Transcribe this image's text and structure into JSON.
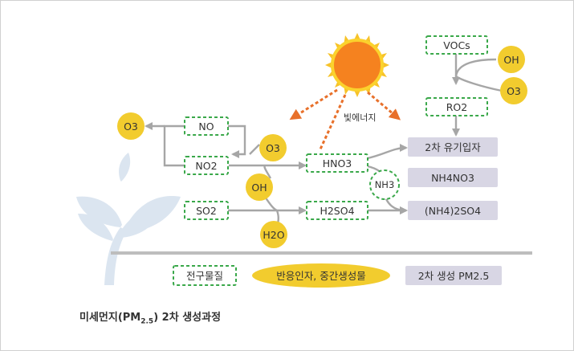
{
  "nodes": {
    "vocs": "VOCs",
    "oh_top": "OH",
    "o3_top": "O3",
    "ro2": "RO2",
    "o3_left": "O3",
    "no": "NO",
    "no2": "NO2",
    "o3_mid": "O3",
    "oh_mid": "OH",
    "hno3": "HNO3",
    "nh3": "NH3",
    "so2": "SO2",
    "h2so4": "H2SO4",
    "h2o": "H2O",
    "sun_label": "빛에너지",
    "organic": "2차 유기입자",
    "nh4no3": "NH4NO3",
    "nh42so4": "(NH4)2SO4"
  },
  "legend": {
    "precursor": "전구물질",
    "reactant": "반응인자, 중간생성물",
    "product": "2차 생성 PM2.5"
  },
  "caption": {
    "prefix": "미세먼지(PM",
    "sub": "2.5",
    "suffix": ") 2차 생성과정"
  },
  "colors": {
    "precursor_border": "#3aa84a",
    "reactant_fill": "#f2cc2e",
    "product_fill": "#d8d6e4",
    "sun": "#f5821f",
    "arrow_gray": "#a6a6a6",
    "arrow_orange": "#e8702a"
  }
}
